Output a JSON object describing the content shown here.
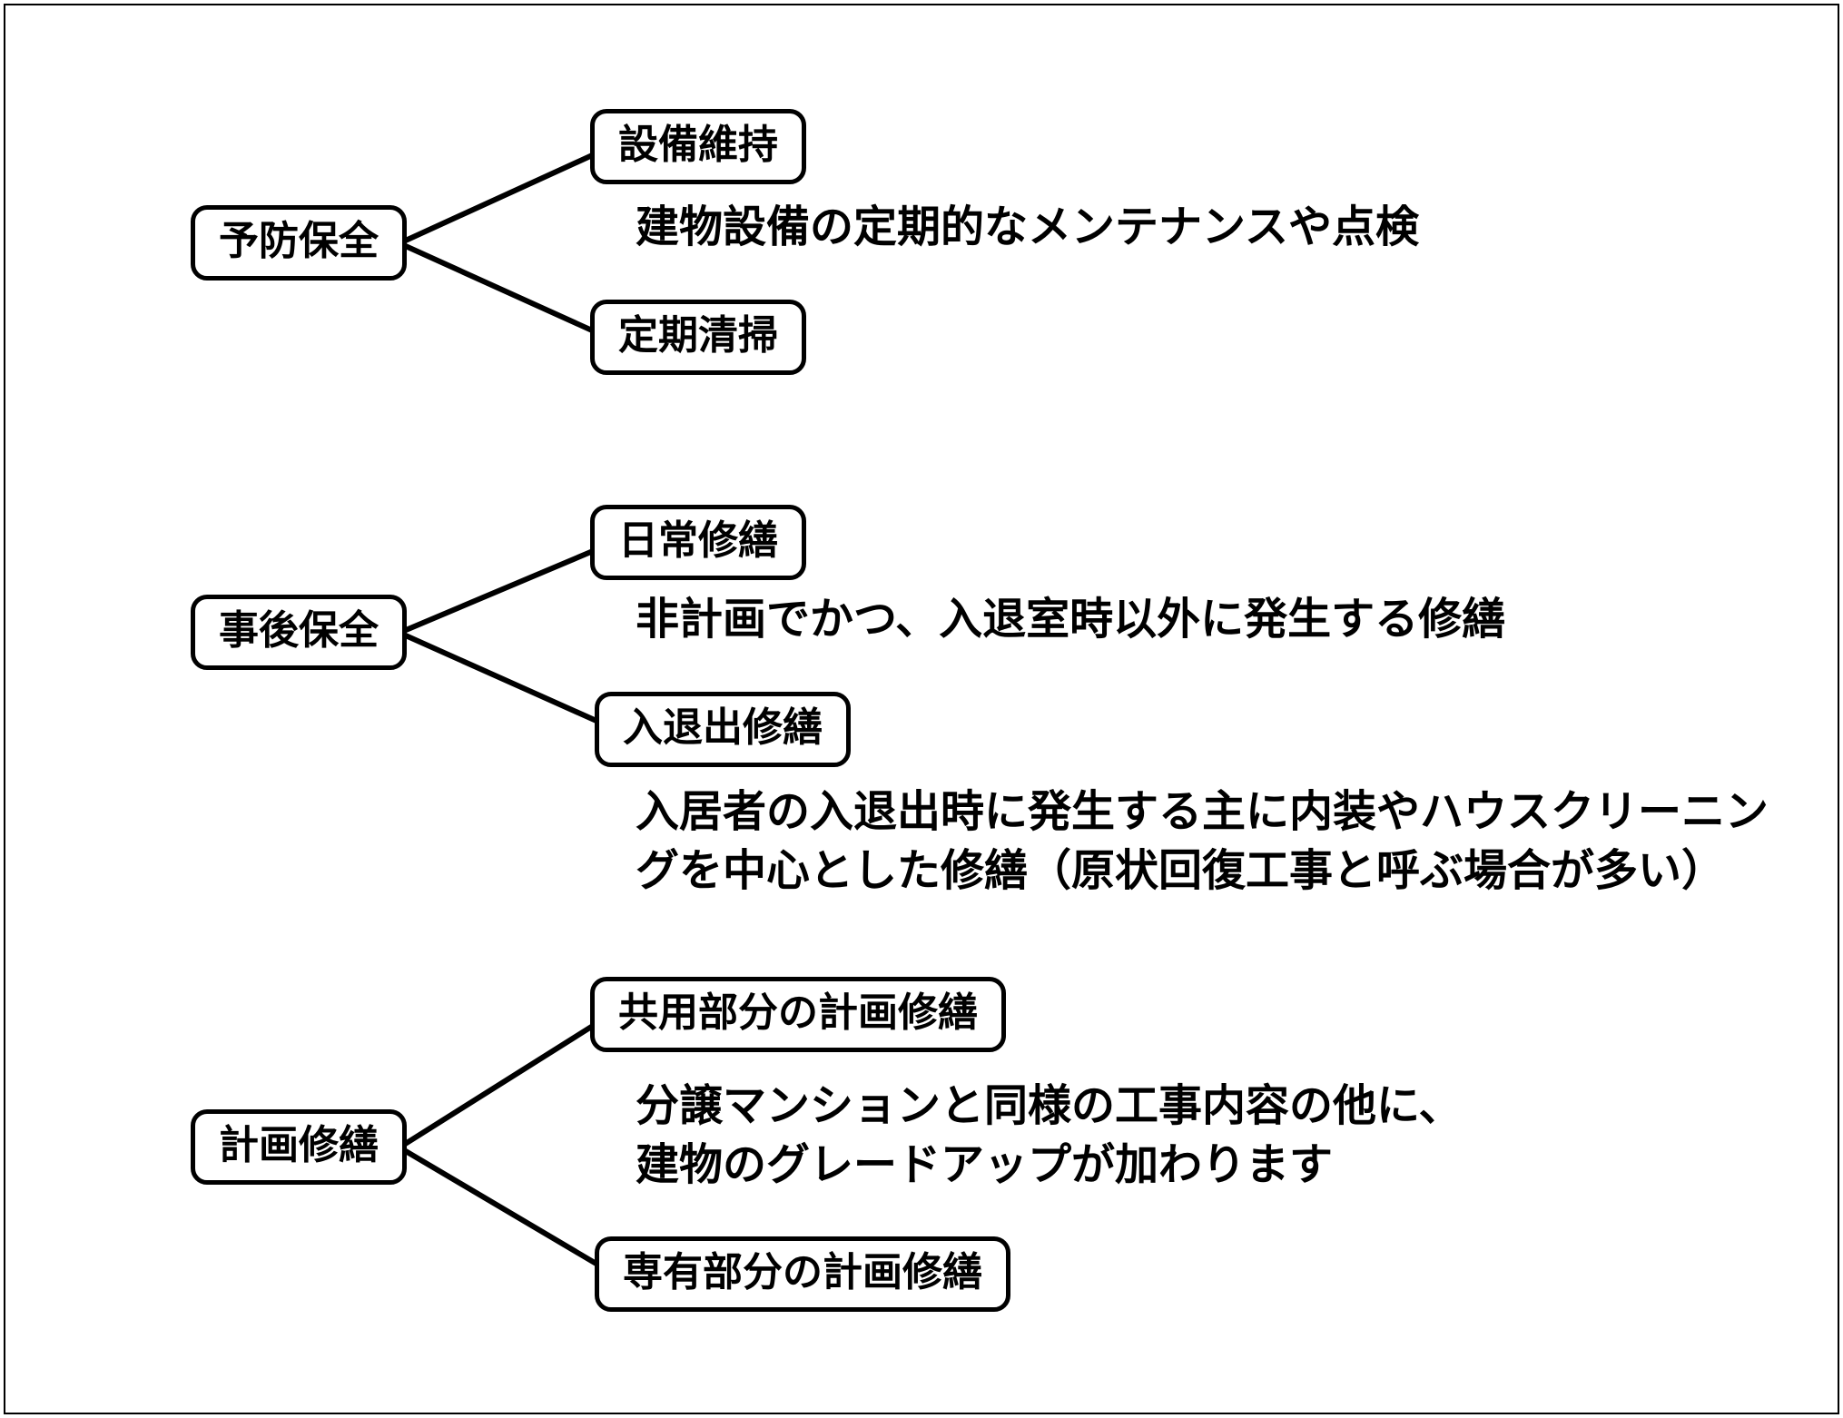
{
  "diagram": {
    "title": "building-maintenance-classification-tree",
    "colors": {
      "background": "#ffffff",
      "line": "#000000",
      "box_border": "#000000",
      "text": "#000000"
    },
    "groups": [
      {
        "parent_label": "予防保全",
        "children": [
          {
            "label": "設備維持"
          },
          {
            "label": "定期清掃"
          }
        ],
        "note_lines": [
          "建物設備の定期的なメンテナンスや点検"
        ]
      },
      {
        "parent_label": "事後保全",
        "children": [
          {
            "label": "日常修繕"
          },
          {
            "label": "入退出修繕"
          }
        ],
        "note_lines": [
          "非計画でかつ、入退室時以外に発生する修繕"
        ],
        "child2_note_lines": [
          "入居者の入退出時に発生する主に内装やハウスクリーニン",
          "グを中心とした修繕（原状回復工事と呼ぶ場合が多い）"
        ]
      },
      {
        "parent_label": "計画修繕",
        "children": [
          {
            "label": "共用部分の計画修繕"
          },
          {
            "label": "専有部分の計画修繕"
          }
        ],
        "note_lines": [
          "分譲マンションと同様の工事内容の他に、",
          "建物のグレードアップが加わります"
        ]
      }
    ]
  }
}
